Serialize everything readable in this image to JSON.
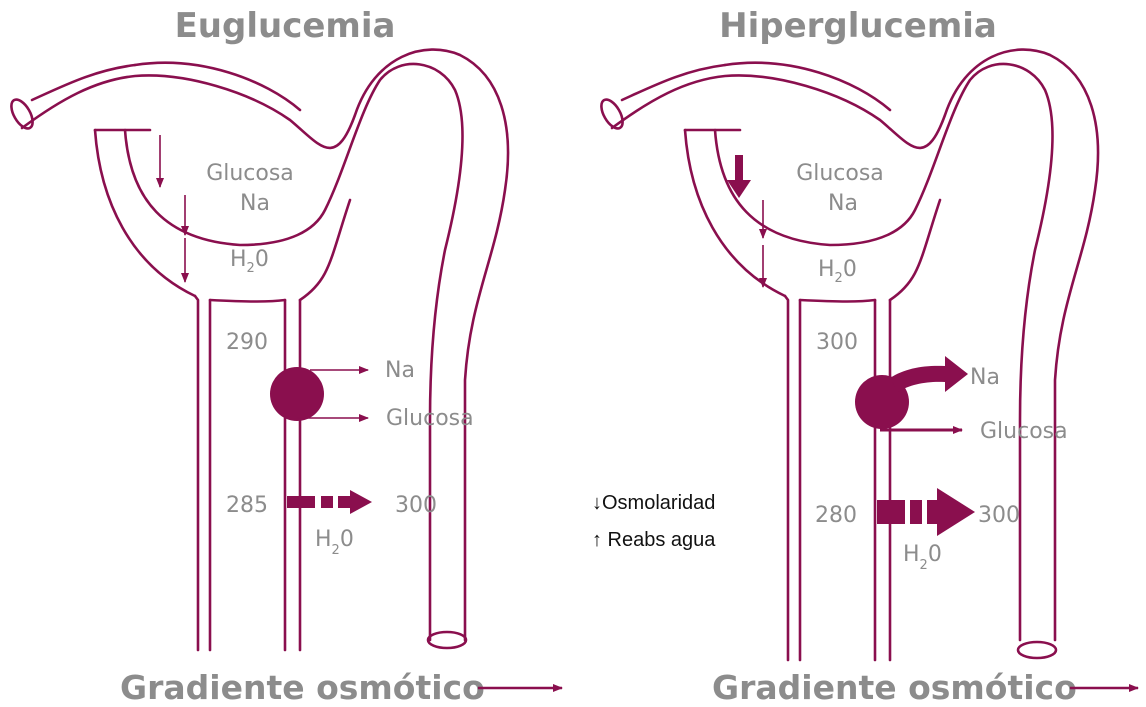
{
  "colors": {
    "tube": "#8a0f4e",
    "label": "#8c8c8c",
    "note": "#111111"
  },
  "panels": [
    {
      "title": "Euglucemia",
      "glucosa_top": "Glucosa",
      "na_top": "Na",
      "h2o_top": {
        "h": "H",
        "sub": "2",
        "o": "0"
      },
      "osm_upper": "290",
      "na_side": "Na",
      "glucosa_side": "Glucosa",
      "osm_lower": "285",
      "osm_target": "300",
      "h2o_bottom": {
        "h": "H",
        "sub": "2",
        "o": "0"
      },
      "gradient": "Gradiente osmótico"
    },
    {
      "title": "Hiperglucemia",
      "glucosa_top": "Glucosa",
      "na_top": "Na",
      "h2o_top": {
        "h": "H",
        "sub": "2",
        "o": "0"
      },
      "osm_upper": "300",
      "na_side": "Na",
      "glucosa_side": "Glucosa",
      "osm_lower": "280",
      "osm_target": "300",
      "h2o_bottom": {
        "h": "H",
        "sub": "2",
        "o": "0"
      },
      "gradient": "Gradiente osmótico",
      "notes": {
        "line1": "↓Osmolaridad",
        "line2": "↑   Reabs agua"
      }
    }
  ]
}
